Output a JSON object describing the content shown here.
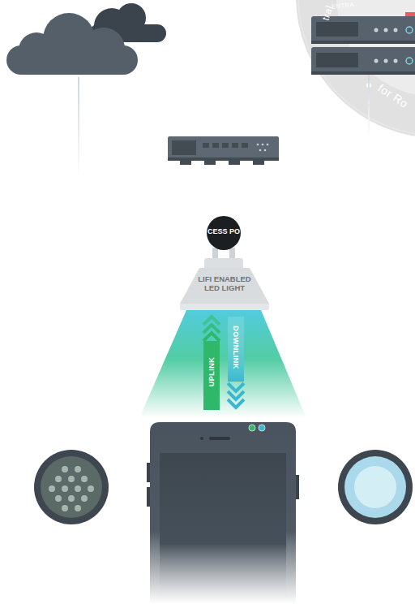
{
  "diagram": {
    "nodes": [
      {
        "text": [
          "CESS PO"
        ]
      },
      {
        "text": [
          "LIFI ENABLED LED LIGHT"
        ]
      }
    ],
    "labels": [
      "UPLINK",
      "DOWNLINK",
      "ENTRA",
      "tral",
      "for Ro"
    ]
  }
}
